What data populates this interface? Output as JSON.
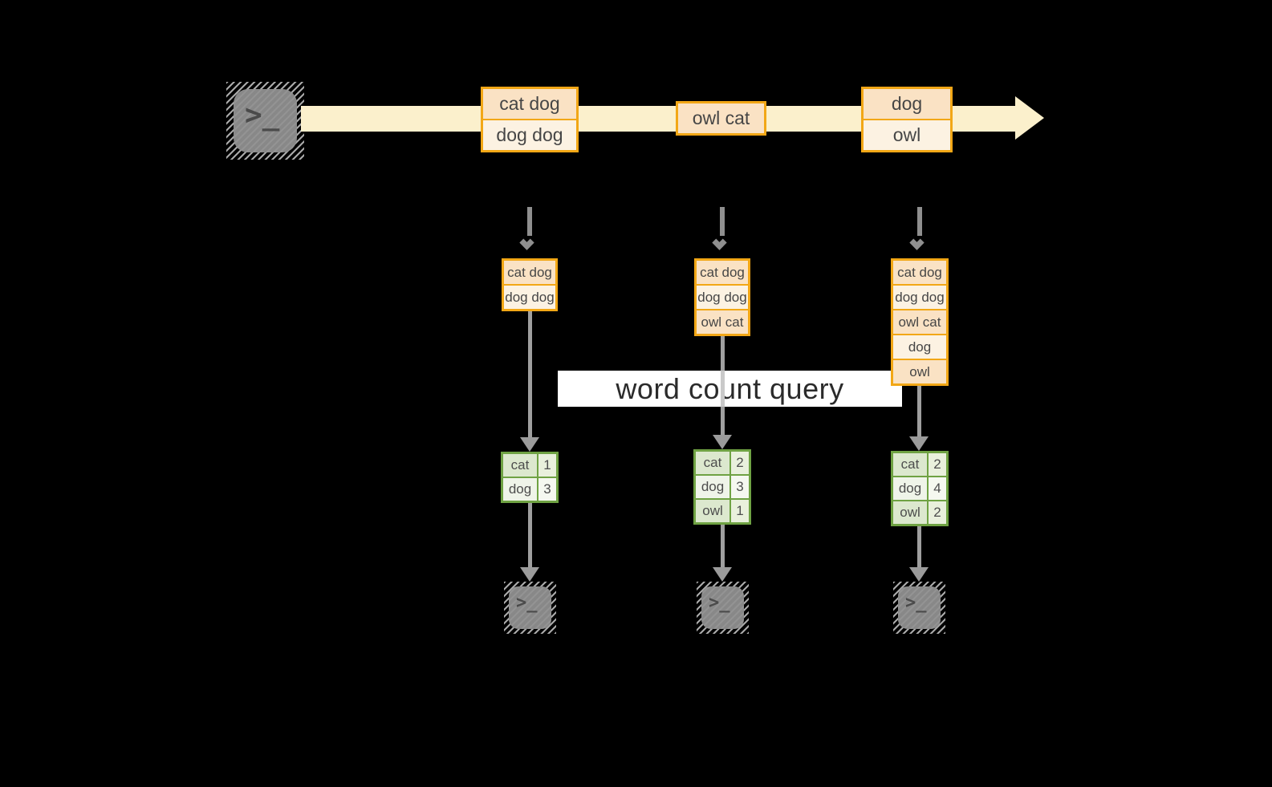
{
  "query": {
    "label": "word count query"
  },
  "terminal": {
    "glyph": ">_"
  },
  "icons": {
    "source": "terminal-icon",
    "consumers": [
      "terminal-icon",
      "terminal-icon",
      "terminal-icon"
    ],
    "stream_arrow": "right-arrow",
    "flow_arrows": "down-arrow"
  },
  "stream": {
    "batches": [
      {
        "lines": [
          "cat dog",
          "dog dog"
        ]
      },
      {
        "lines": [
          "owl cat"
        ]
      },
      {
        "lines": [
          "dog",
          "owl"
        ]
      }
    ]
  },
  "pipelines": [
    {
      "buffer": [
        "cat dog",
        "dog dog"
      ],
      "counts": [
        {
          "word": "cat",
          "count": "1"
        },
        {
          "word": "dog",
          "count": "3"
        }
      ]
    },
    {
      "buffer": [
        "cat dog",
        "dog dog",
        "owl cat"
      ],
      "counts": [
        {
          "word": "cat",
          "count": "2"
        },
        {
          "word": "dog",
          "count": "3"
        },
        {
          "word": "owl",
          "count": "1"
        }
      ]
    },
    {
      "buffer": [
        "cat dog",
        "dog dog",
        "owl cat",
        "dog",
        "owl"
      ],
      "counts": [
        {
          "word": "cat",
          "count": "2"
        },
        {
          "word": "dog",
          "count": "4"
        },
        {
          "word": "owl",
          "count": "2"
        }
      ]
    }
  ],
  "colors": {
    "accent_orange": "#F2A716",
    "row_peach": "#FAE2C4",
    "row_cream": "#FCF2E2",
    "stream_yellow": "#FBF0CC",
    "green_border": "#6FA243",
    "cell_green": "#DCE8CE",
    "cell_green_light": "#EFF4E9",
    "arrow_gray": "#9B9B9B",
    "label_bg": "#FFFFFF",
    "background": "#000000"
  }
}
